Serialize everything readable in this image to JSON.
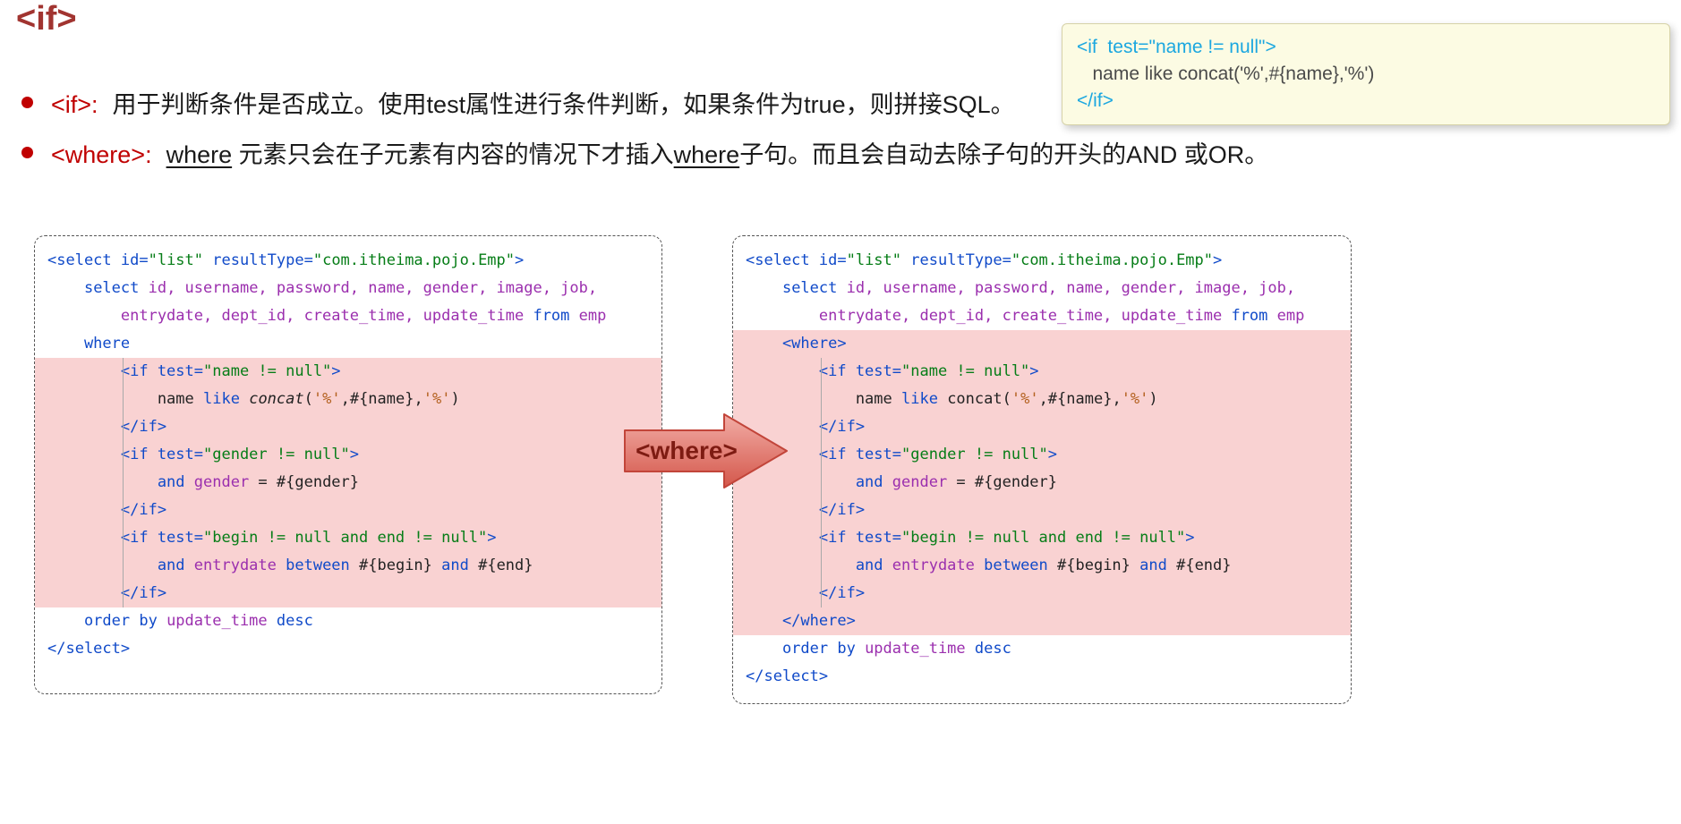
{
  "title": "<if>",
  "colors": {
    "title_red": "#A13430",
    "bullet_red": "#C00000",
    "text_black": "#1A1A1A",
    "highlight_pink": "#F9D2D2",
    "code_blue": "#104AC9",
    "code_purple": "#9B2FAE",
    "code_green": "#067D17",
    "code_orange": "#B3601E",
    "code_default": "#222222",
    "code_border": "#555555",
    "tooltip_cyan": "#1BA7E0",
    "tooltip_dark": "#4A4A4A",
    "tooltip_bg": "#FCFBE3",
    "tooltip_border": "#D6D2A8",
    "arrow_fill_light": "#F2ADA6",
    "arrow_fill_dark": "#D4574B",
    "arrow_border": "#C2453A",
    "arrow_text": "#7E1B12"
  },
  "bullets": [
    {
      "label": "<if>:",
      "segments": [
        {
          "t": "用于判断条件是否成立。使用test属性进行条件判断，如果条件为true，则拼接SQL。"
        }
      ]
    },
    {
      "label": "<where>:",
      "segments": [
        {
          "t": "where",
          "u": true
        },
        {
          "t": " 元素只会在子元素有内容的情况下才插入"
        },
        {
          "t": "where",
          "u": true
        },
        {
          "t": "子句。而且会自动去除子句的开头的AND 或OR。"
        }
      ]
    }
  ],
  "tooltip": {
    "lines": [
      {
        "c": "cyan",
        "t": "<if  test=\"name != null\">"
      },
      {
        "c": "dark",
        "t": "   name like concat('%',#{name},'%')"
      },
      {
        "c": "cyan",
        "t": "</if>"
      }
    ]
  },
  "arrow": {
    "label": "<where>"
  },
  "code_left": {
    "lines": [
      {
        "hl": false,
        "tk": [
          [
            "b",
            "<select id="
          ],
          [
            "g",
            "\"list\""
          ],
          [
            "b",
            " resultType="
          ],
          [
            "g",
            "\"com.itheima.pojo.Emp\""
          ],
          [
            "b",
            ">"
          ]
        ]
      },
      {
        "hl": false,
        "tk": [
          [
            "k",
            "    "
          ],
          [
            "b",
            "select"
          ],
          [
            "p",
            " id, username, password, name, gender, image, job,"
          ]
        ]
      },
      {
        "hl": false,
        "tk": [
          [
            "p",
            "        entrydate, dept_id, create_time, update_time "
          ],
          [
            "b",
            "from"
          ],
          [
            "p",
            " emp"
          ]
        ]
      },
      {
        "hl": false,
        "tk": [
          [
            "b",
            "    where"
          ]
        ]
      },
      {
        "hl": true,
        "tk": [
          [
            "b",
            "        <if test="
          ],
          [
            "g",
            "\"name != null\""
          ],
          [
            "b",
            ">"
          ]
        ]
      },
      {
        "hl": true,
        "tk": [
          [
            "k",
            "            name "
          ],
          [
            "b",
            "like"
          ],
          [
            "k",
            " "
          ],
          [
            "i",
            "concat"
          ],
          [
            "k",
            "("
          ],
          [
            "o",
            "'%'"
          ],
          [
            "k",
            ",#{name},"
          ],
          [
            "o",
            "'%'"
          ],
          [
            "k",
            ")"
          ]
        ]
      },
      {
        "hl": true,
        "tk": [
          [
            "b",
            "        </if>"
          ]
        ]
      },
      {
        "hl": true,
        "tk": [
          [
            "b",
            "        <if test="
          ],
          [
            "g",
            "\"gender != null\""
          ],
          [
            "b",
            ">"
          ]
        ]
      },
      {
        "hl": true,
        "tk": [
          [
            "b",
            "            and"
          ],
          [
            "p",
            " gender"
          ],
          [
            "k",
            " = #{gender}"
          ]
        ]
      },
      {
        "hl": true,
        "tk": [
          [
            "b",
            "        </if>"
          ]
        ]
      },
      {
        "hl": true,
        "tk": [
          [
            "b",
            "        <if test="
          ],
          [
            "g",
            "\"begin != null and end != null\""
          ],
          [
            "b",
            ">"
          ]
        ]
      },
      {
        "hl": true,
        "tk": [
          [
            "b",
            "            and"
          ],
          [
            "p",
            " entrydate "
          ],
          [
            "b",
            "between"
          ],
          [
            "k",
            " #{begin} "
          ],
          [
            "b",
            "and"
          ],
          [
            "k",
            " #{end}"
          ]
        ]
      },
      {
        "hl": true,
        "tk": [
          [
            "b",
            "        </if>"
          ]
        ]
      },
      {
        "hl": false,
        "tk": [
          [
            "b",
            "    order by"
          ],
          [
            "p",
            " update_time "
          ],
          [
            "b",
            "desc"
          ]
        ]
      },
      {
        "hl": false,
        "tk": [
          [
            "b",
            "</select>"
          ]
        ]
      }
    ]
  },
  "code_right": {
    "lines": [
      {
        "hl": false,
        "tk": [
          [
            "b",
            "<select id="
          ],
          [
            "g",
            "\"list\""
          ],
          [
            "b",
            " resultType="
          ],
          [
            "g",
            "\"com.itheima.pojo.Emp\""
          ],
          [
            "b",
            ">"
          ]
        ]
      },
      {
        "hl": false,
        "tk": [
          [
            "k",
            "    "
          ],
          [
            "b",
            "select"
          ],
          [
            "p",
            " id, username, password, name, gender, image, job,"
          ]
        ]
      },
      {
        "hl": false,
        "tk": [
          [
            "p",
            "        entrydate, dept_id, create_time, update_time "
          ],
          [
            "b",
            "from"
          ],
          [
            "p",
            " emp"
          ]
        ]
      },
      {
        "hl": true,
        "tk": [
          [
            "b",
            "    <where>"
          ]
        ]
      },
      {
        "hl": true,
        "tk": [
          [
            "b",
            "        <if test="
          ],
          [
            "g",
            "\"name != null\""
          ],
          [
            "b",
            ">"
          ]
        ]
      },
      {
        "hl": true,
        "tk": [
          [
            "k",
            "            name "
          ],
          [
            "b",
            "like"
          ],
          [
            "k",
            " concat("
          ],
          [
            "o",
            "'%'"
          ],
          [
            "k",
            ",#{name},"
          ],
          [
            "o",
            "'%'"
          ],
          [
            "k",
            ")"
          ]
        ]
      },
      {
        "hl": true,
        "tk": [
          [
            "b",
            "        </if>"
          ]
        ]
      },
      {
        "hl": true,
        "tk": [
          [
            "b",
            "        <if test="
          ],
          [
            "g",
            "\"gender != null\""
          ],
          [
            "b",
            ">"
          ]
        ]
      },
      {
        "hl": true,
        "tk": [
          [
            "b",
            "            and"
          ],
          [
            "p",
            " gender"
          ],
          [
            "k",
            " = #{gender}"
          ]
        ]
      },
      {
        "hl": true,
        "tk": [
          [
            "b",
            "        </if>"
          ]
        ]
      },
      {
        "hl": true,
        "tk": [
          [
            "b",
            "        <if test="
          ],
          [
            "g",
            "\"begin != null and end != null\""
          ],
          [
            "b",
            ">"
          ]
        ]
      },
      {
        "hl": true,
        "tk": [
          [
            "b",
            "            and"
          ],
          [
            "p",
            " entrydate "
          ],
          [
            "b",
            "between"
          ],
          [
            "k",
            " #{begin} "
          ],
          [
            "b",
            "and"
          ],
          [
            "k",
            " #{end}"
          ]
        ]
      },
      {
        "hl": true,
        "tk": [
          [
            "b",
            "        </if>"
          ]
        ]
      },
      {
        "hl": true,
        "tk": [
          [
            "b",
            "    </where>"
          ]
        ]
      },
      {
        "hl": false,
        "tk": [
          [
            "b",
            "    order by"
          ],
          [
            "p",
            " update_time "
          ],
          [
            "b",
            "desc"
          ]
        ]
      },
      {
        "hl": false,
        "tk": [
          [
            "b",
            "</select>"
          ]
        ]
      }
    ]
  }
}
